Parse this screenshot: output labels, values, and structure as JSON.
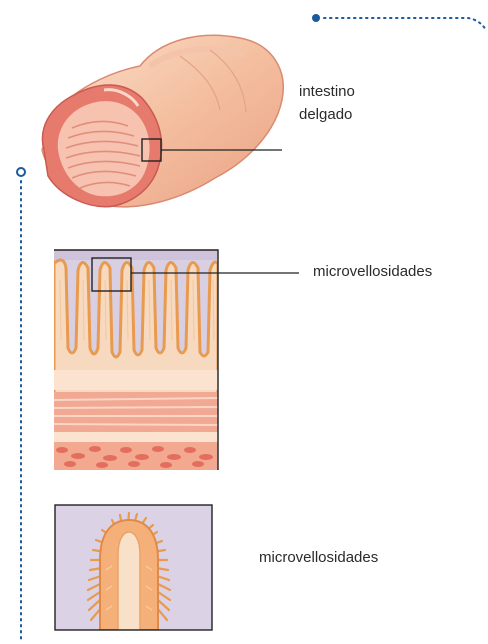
{
  "labels": {
    "intestine": "intestino delgado",
    "microvilli_panel2": "microvellosidades",
    "microvilli_panel3": "microvellosidades"
  },
  "colors": {
    "outline_dots": "#1a5a9e",
    "tissue_light": "#f6c6a8",
    "tissue_mid": "#ee9f7c",
    "tissue_dark": "#d9675a",
    "villus_fill": "#f7d9bf",
    "villus_edge": "#e89a4e",
    "lumen_lilac": "#d9cfe3",
    "frame": "#222222"
  }
}
